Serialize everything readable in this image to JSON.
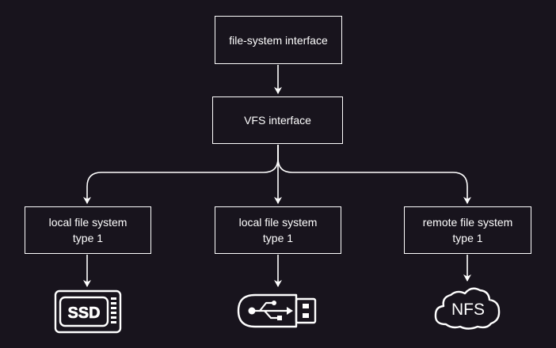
{
  "diagram": {
    "nodes": {
      "fs_interface": {
        "label": "file-system interface"
      },
      "vfs_interface": {
        "label": "VFS interface"
      },
      "local_fs_1": {
        "line1": "local file system",
        "line2": "type 1"
      },
      "local_fs_2": {
        "line1": "local file system",
        "line2": "type 1"
      },
      "remote_fs_1": {
        "line1": "remote file system",
        "line2": "type 1"
      }
    },
    "edges": [
      {
        "from": "fs_interface",
        "to": "vfs_interface"
      },
      {
        "from": "vfs_interface",
        "to": "local_fs_1"
      },
      {
        "from": "vfs_interface",
        "to": "local_fs_2"
      },
      {
        "from": "vfs_interface",
        "to": "remote_fs_1"
      },
      {
        "from": "local_fs_1",
        "to": "ssd_device"
      },
      {
        "from": "local_fs_2",
        "to": "usb_device"
      },
      {
        "from": "remote_fs_1",
        "to": "nfs_device"
      }
    ],
    "devices": {
      "ssd": {
        "icon": "ssd-icon",
        "text": "SSD"
      },
      "usb": {
        "icon": "usb-drive-icon"
      },
      "nfs": {
        "icon": "cloud-icon",
        "text": "NFS"
      }
    }
  },
  "colors": {
    "background": "#18141d",
    "stroke": "#ffffff"
  }
}
